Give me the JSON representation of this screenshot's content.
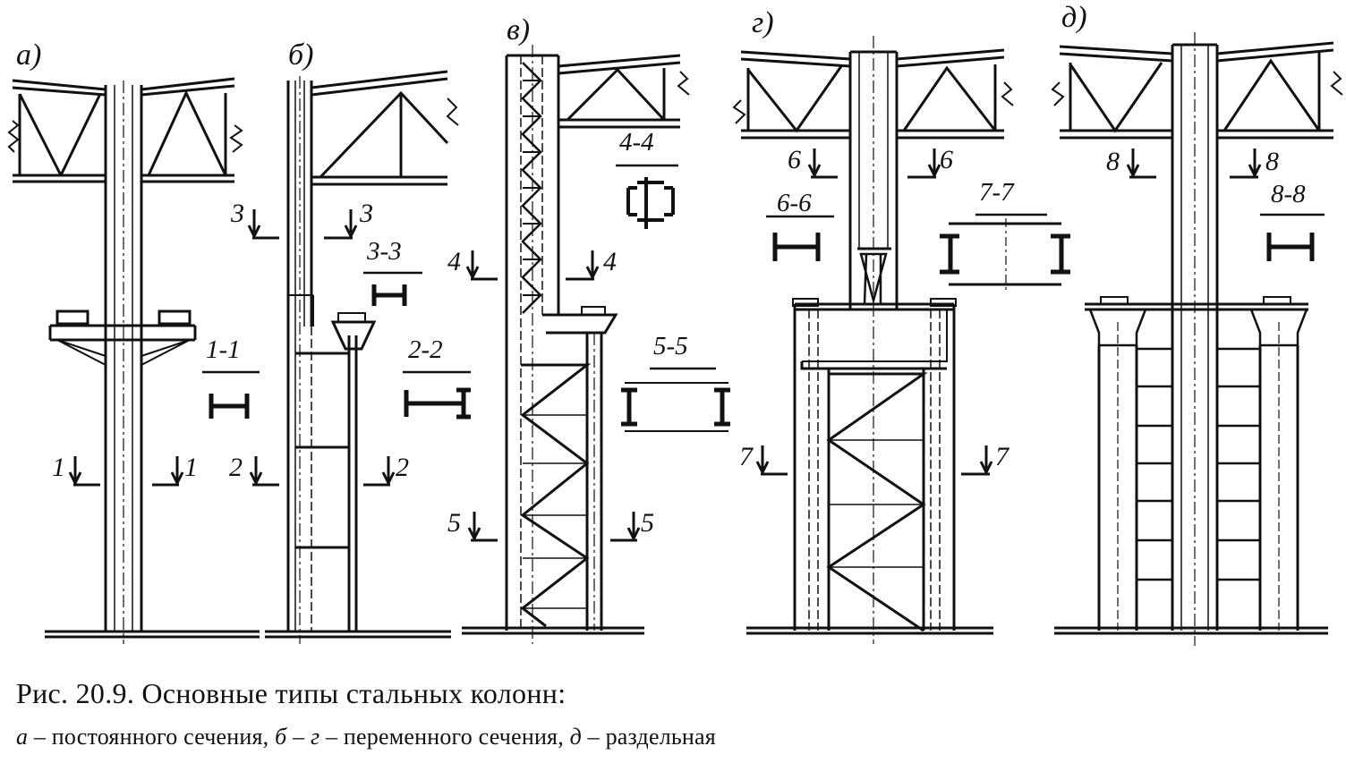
{
  "figure": {
    "panels": [
      {
        "id": "a",
        "label": "а)",
        "sections": [
          {
            "label": "1-1",
            "shape": "i-beam-narrow"
          }
        ],
        "cuts": [
          "1",
          "1"
        ]
      },
      {
        "id": "b",
        "label": "б)",
        "sections": [
          {
            "label": "3-3",
            "shape": "i-beam-small"
          },
          {
            "label": "2-2",
            "shape": "i-beam-wide"
          }
        ],
        "cuts": [
          "3",
          "3",
          "2",
          "2"
        ]
      },
      {
        "id": "v",
        "label": "в)",
        "sections": [
          {
            "label": "4-4",
            "shape": "built-up-box"
          },
          {
            "label": "5-5",
            "shape": "double-i-beam"
          }
        ],
        "cuts": [
          "4",
          "4",
          "5",
          "5"
        ]
      },
      {
        "id": "g",
        "label": "г)",
        "sections": [
          {
            "label": "6-6",
            "shape": "i-beam-narrow"
          },
          {
            "label": "7-7",
            "shape": "double-i-beam"
          }
        ],
        "cuts": [
          "6",
          "6",
          "7",
          "7"
        ]
      },
      {
        "id": "d",
        "label": "д)",
        "sections": [
          {
            "label": "8-8",
            "shape": "i-beam-narrow"
          }
        ],
        "cuts": [
          "8",
          "8"
        ]
      }
    ]
  },
  "caption": {
    "line1": "Рис. 20.9. Основные типы стальных колонн:",
    "line2_a": "а",
    "line2_a_text": " – постоянного сечения, ",
    "line2_bg": "б – г",
    "line2_bg_text": " – переменного сечения, ",
    "line2_d": "д",
    "line2_d_text": " – раздельная"
  }
}
